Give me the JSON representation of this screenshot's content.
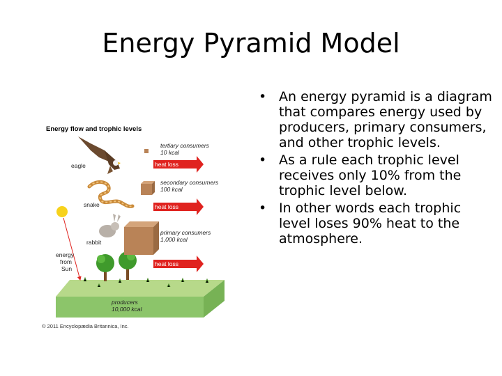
{
  "slide": {
    "title": "Energy Pyramid Model",
    "bullets": [
      "An energy pyramid is a diagram that compares energy used by producers, primary consumers, and other trophic levels.",
      "As a rule each trophic level receives only 10% from the trophic level below.",
      "In other words each trophic level loses 90% heat to the atmosphere."
    ]
  },
  "figure": {
    "title": "Energy flow and trophic levels",
    "organisms": {
      "eagle": "eagle",
      "snake": "snake",
      "rabbit": "rabbit"
    },
    "energy_label": [
      "energy",
      "from",
      "Sun"
    ],
    "levels": {
      "tertiary": [
        "tertiary consumers",
        "10 kcal"
      ],
      "secondary": [
        "secondary consumers",
        "100 kcal"
      ],
      "primary": [
        "primary consumers",
        "1,000 kcal"
      ],
      "producers": [
        "producers",
        "10,000 kcal"
      ]
    },
    "heat_loss": [
      "heat loss",
      "heat loss",
      "heat loss"
    ],
    "credit": "© 2011 Encyclopædia Britannica, Inc.",
    "colors": {
      "heat_arrow": "#e0231f",
      "ground_top": "#b7d98a",
      "ground_front": "#8cc56a",
      "box": "#b98357",
      "sun": "#f7d21c"
    }
  }
}
